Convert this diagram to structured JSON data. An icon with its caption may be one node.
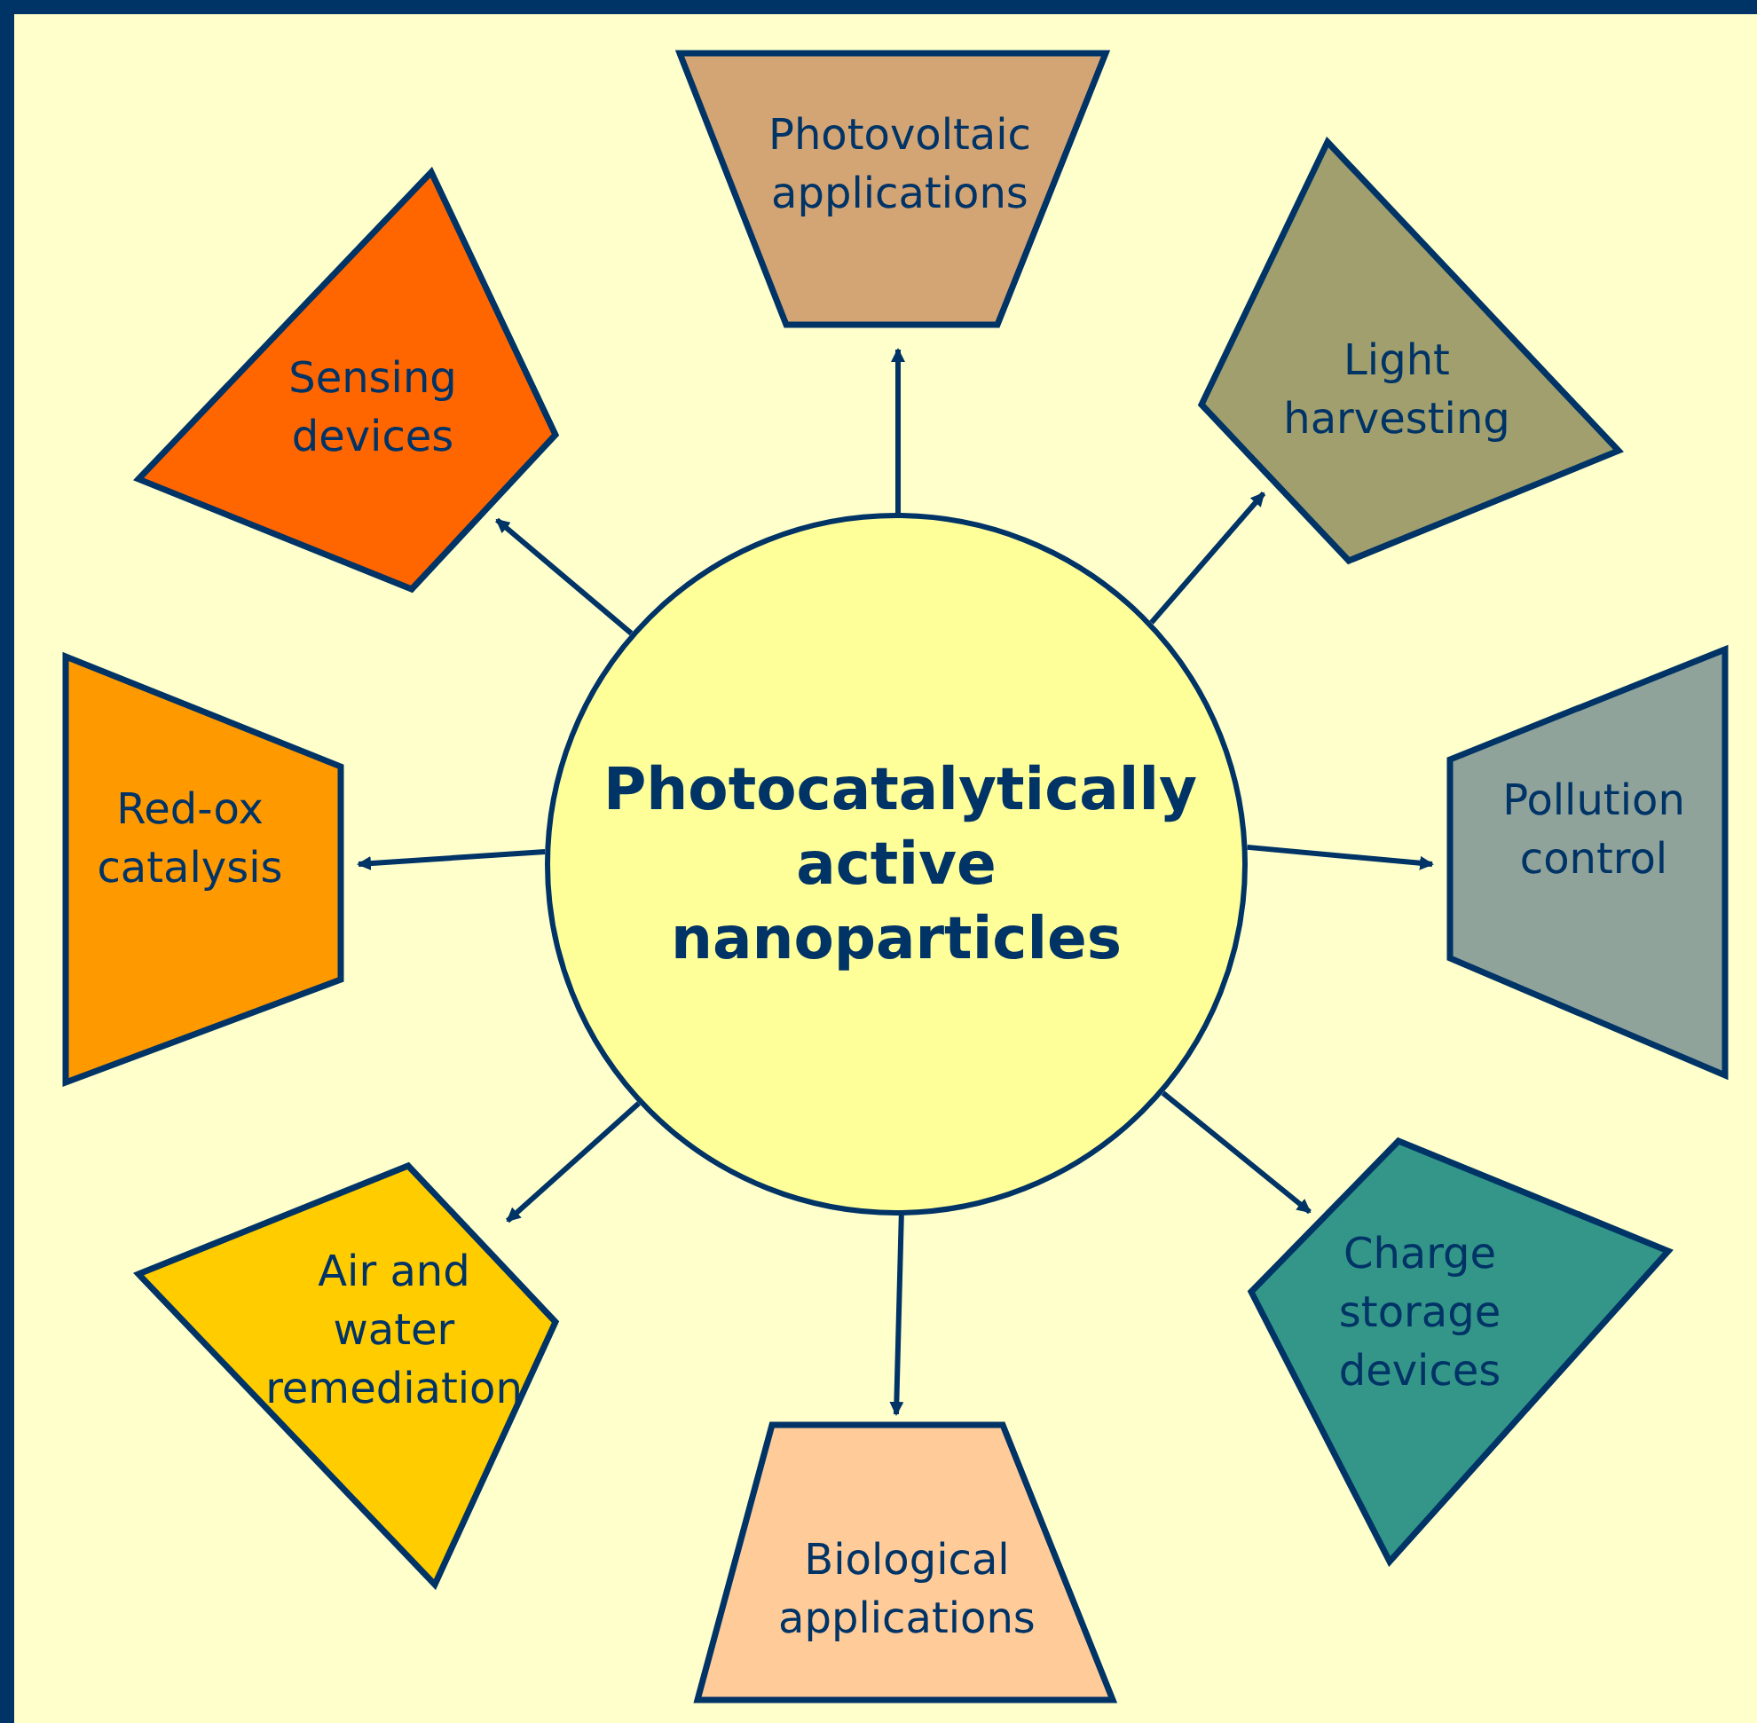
{
  "diagram": {
    "nodes": [
      {
        "text": [
          "Photocatalytically active nanoparticles"
        ]
      },
      {
        "text": [
          "Photovoltaic applications"
        ]
      },
      {
        "text": [
          "Sensing devices"
        ]
      },
      {
        "text": [
          "Light harvesting"
        ]
      },
      {
        "text": [
          "Red-ox catalysis"
        ]
      },
      {
        "text": [
          "Pollution control"
        ]
      },
      {
        "text": [
          "Air and water remediation"
        ]
      },
      {
        "text": [
          "Charge storage devices"
        ]
      },
      {
        "text": [
          "Biological applications"
        ]
      }
    ],
    "edges": [
      {
        "from": 0,
        "to": 1,
        "arrow": "to"
      },
      {
        "from": 0,
        "to": 2,
        "arrow": "to"
      },
      {
        "from": 0,
        "to": 3,
        "arrow": "to"
      },
      {
        "from": 0,
        "to": 4,
        "arrow": "to"
      },
      {
        "from": 0,
        "to": 5,
        "arrow": "to"
      },
      {
        "from": 0,
        "to": 6,
        "arrow": "to"
      },
      {
        "from": 0,
        "to": 7,
        "arrow": "to"
      },
      {
        "from": 0,
        "to": 8,
        "arrow": "to"
      }
    ]
  }
}
